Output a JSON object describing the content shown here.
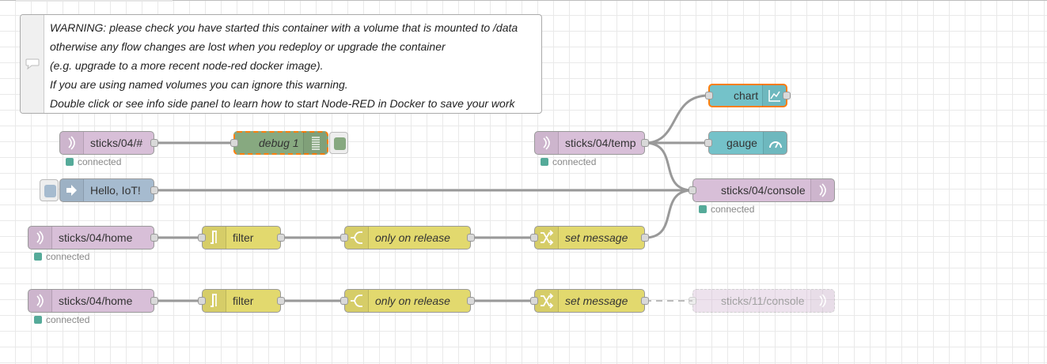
{
  "comment": {
    "lines": [
      "WARNING: please check you have started this container with a volume that is mounted to /data",
      "otherwise any flow changes are lost when you redeploy or upgrade the container",
      "(e.g. upgrade to a more recent node-red docker image).",
      "If you are using named volumes you can ignore this warning.",
      "Double click or see info side panel to learn how to start Node-RED in Docker to save your work"
    ]
  },
  "nodes": {
    "mqtt_in_all": {
      "label": "sticks/04/#",
      "status": "connected"
    },
    "debug1": {
      "label": "debug 1"
    },
    "inject": {
      "label": "Hello, IoT!"
    },
    "mqtt_in_temp": {
      "label": "sticks/04/temp",
      "status": "connected"
    },
    "chart": {
      "label": "chart"
    },
    "gauge": {
      "label": "gauge"
    },
    "mqtt_out_console": {
      "label": "sticks/04/console",
      "status": "connected"
    },
    "mqtt_in_home1": {
      "label": "sticks/04/home",
      "status": "connected"
    },
    "filter1": {
      "label": "filter"
    },
    "switch1": {
      "label": "only on release"
    },
    "change1": {
      "label": "set message"
    },
    "mqtt_in_home2": {
      "label": "sticks/04/home",
      "status": "connected"
    },
    "filter2": {
      "label": "filter"
    },
    "switch2": {
      "label": "only on release"
    },
    "change2": {
      "label": "set message"
    },
    "mqtt_out_console11": {
      "label": "sticks/11/console"
    }
  },
  "colors": {
    "mqtt": "#d8bfd8",
    "function": "#e2d96e",
    "debug": "#87a980",
    "inject": "#a6bbcf",
    "dashboard": "#74c2c9",
    "selection": "#ff7f0e",
    "status_connected": "#5a9"
  },
  "icons": {
    "mqtt": "wifi-icon",
    "debug": "list-icon",
    "inject": "arrow-in-icon",
    "filter": "filter-icon",
    "switch": "switch-icon",
    "change": "shuffle-icon",
    "chart": "line-chart-icon",
    "gauge": "gauge-icon",
    "comment": "speech-bubble-icon"
  }
}
